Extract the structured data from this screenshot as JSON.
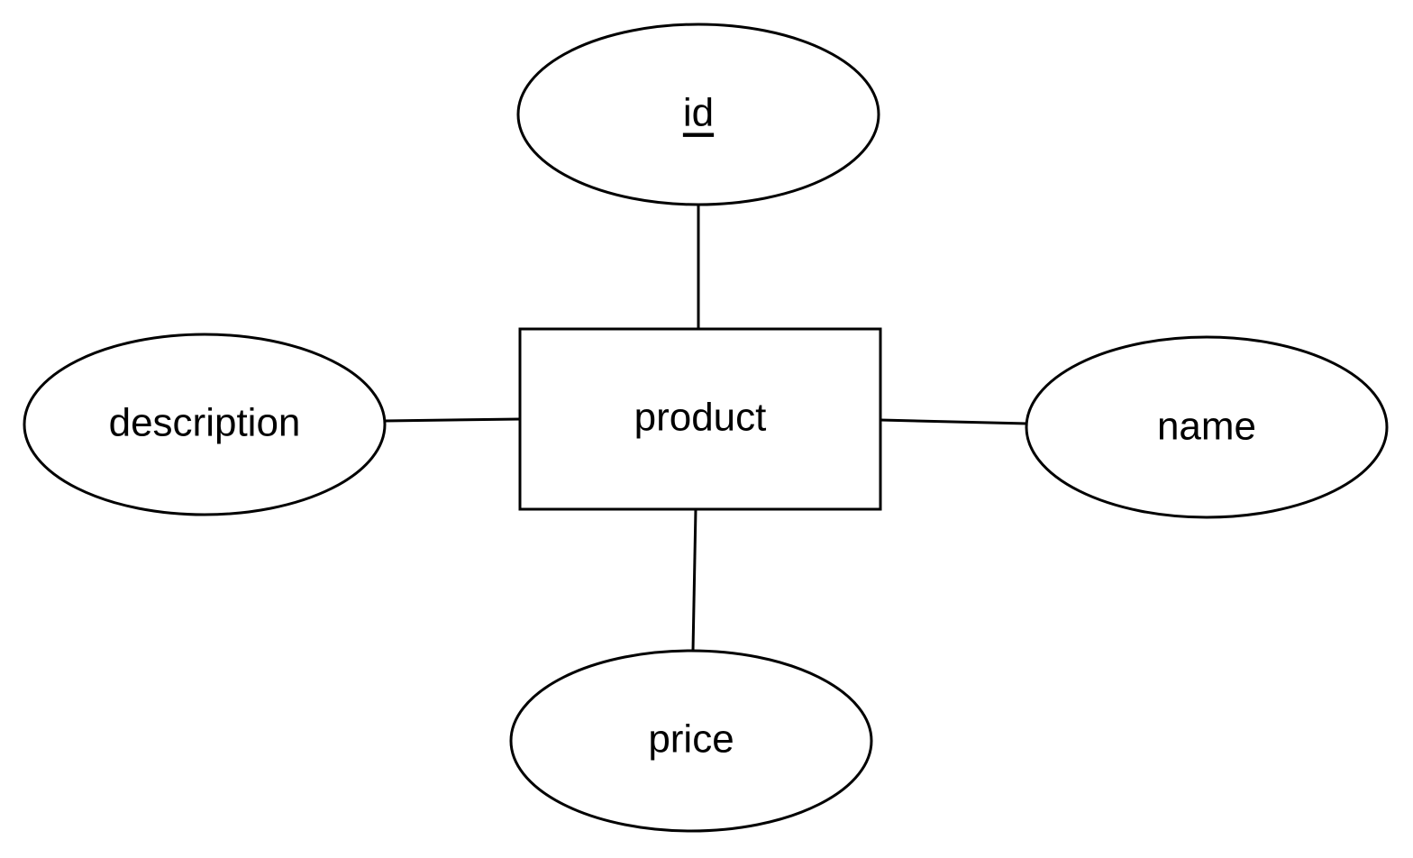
{
  "diagram": {
    "entity": {
      "label": "product"
    },
    "attributes": [
      {
        "key": "id",
        "label": "id",
        "primary_key": true
      },
      {
        "key": "description",
        "label": "description",
        "primary_key": false
      },
      {
        "key": "name",
        "label": "name",
        "primary_key": false
      },
      {
        "key": "price",
        "label": "price",
        "primary_key": false
      }
    ]
  },
  "colors": {
    "stroke": "#000000",
    "fill": "#ffffff",
    "background": "#ffffff"
  }
}
